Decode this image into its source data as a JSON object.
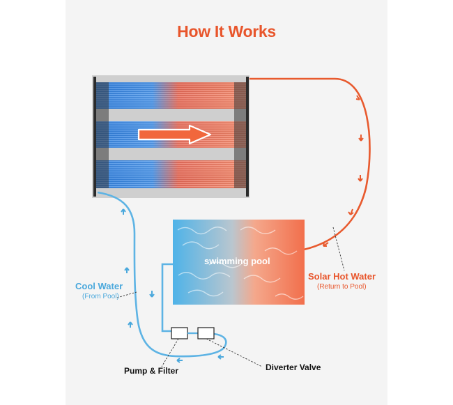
{
  "title": "How It Works",
  "labels": {
    "pool": "swimming pool",
    "cool_water": "Cool Water",
    "cool_water_sub": "(From Pool)",
    "solar_hot_water": "Solar Hot Water",
    "solar_hot_water_sub": "(Return to Pool)",
    "pump_filter": "Pump & Filter",
    "diverter_valve": "Diverter Valve"
  },
  "colors": {
    "accent_orange": "#e8552b",
    "hot_pipe": "#e85a2e",
    "cool_pipe": "#5db3e4",
    "cool_text": "#4aa8dc",
    "panel_blue": "#3f8ee8",
    "panel_red": "#f07a62",
    "dark_text": "#111111"
  }
}
